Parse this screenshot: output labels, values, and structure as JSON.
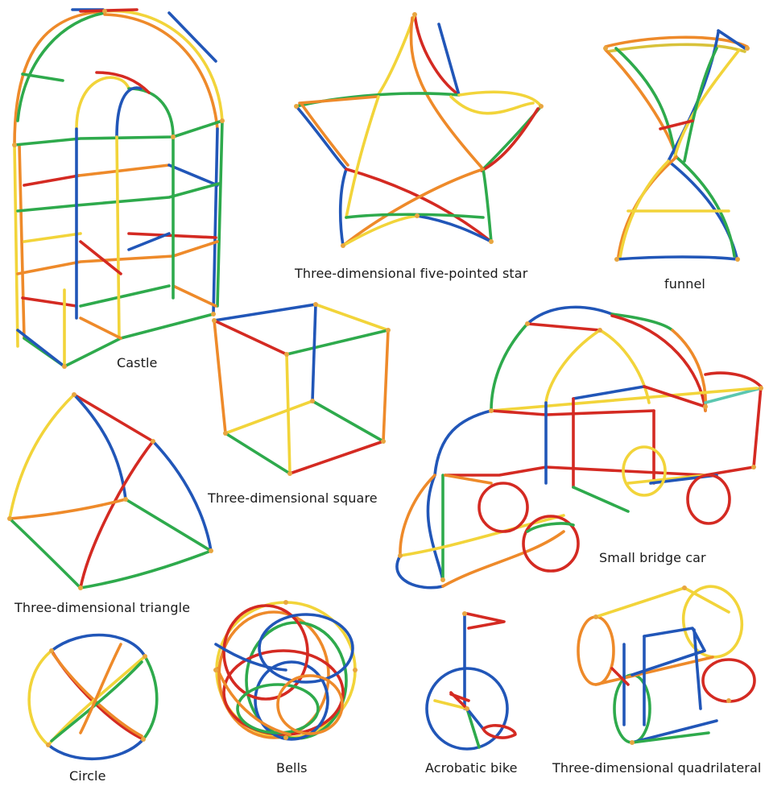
{
  "colors": {
    "red": "#d42a22",
    "yellow": "#f2d43a",
    "green": "#2eaa4c",
    "blue": "#2156b8",
    "orange": "#ee8a2a",
    "joint": "#e8a640"
  },
  "captions": {
    "castle": "Castle",
    "star": "Three-dimensional five-pointed star",
    "funnel": "funnel",
    "square": "Three-dimensional square",
    "car": "Small bridge car",
    "triangle": "Three-dimensional triangle",
    "circle": "Circle",
    "bells": "Bells",
    "bike": "Acrobatic bike",
    "quad": "Three-dimensional quadrilateral"
  }
}
